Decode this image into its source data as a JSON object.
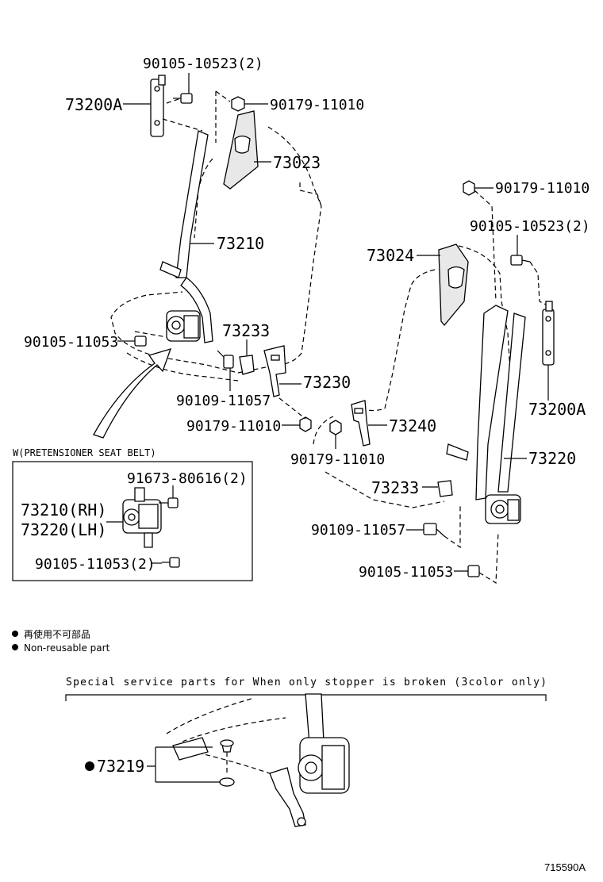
{
  "diagram_id": "715590A",
  "callouts": {
    "bolt_upper_left": "90105-10523(2)",
    "nut_upper_left": "90179-11010",
    "anchor_left": "73200A",
    "cover_left": "73023",
    "belt_left": "73210",
    "bolt_left_lower": "90105-11053",
    "buckle_cover_left": "73233",
    "bolt_anchor_left": "90109-11057",
    "buckle_left": "73230",
    "nut_center": "90179-11010",
    "nut_upper_right": "90179-11010",
    "bolt_upper_right": "90105-10523(2)",
    "cover_right": "73024",
    "anchor_right": "73200A",
    "buckle_right": "73240",
    "nut_right_center": "90179-11010",
    "belt_right": "73220",
    "buckle_cover_right": "73233",
    "bolt_anchor_right": "90109-11057",
    "bolt_right_lower": "90105-11053"
  },
  "inset": {
    "title": "W(PRETENSIONER SEAT BELT)",
    "bolt_top": "91673-80616(2)",
    "assy_rh": "73210(RH)",
    "assy_lh": "73220(LH)",
    "bolt_bottom": "90105-11053(2)"
  },
  "legend": {
    "jp": "再使用不可部品",
    "en": "Non-reusable part"
  },
  "special": {
    "note": "Special service parts for When only stopper is broken (3color only)",
    "part": "73219"
  }
}
